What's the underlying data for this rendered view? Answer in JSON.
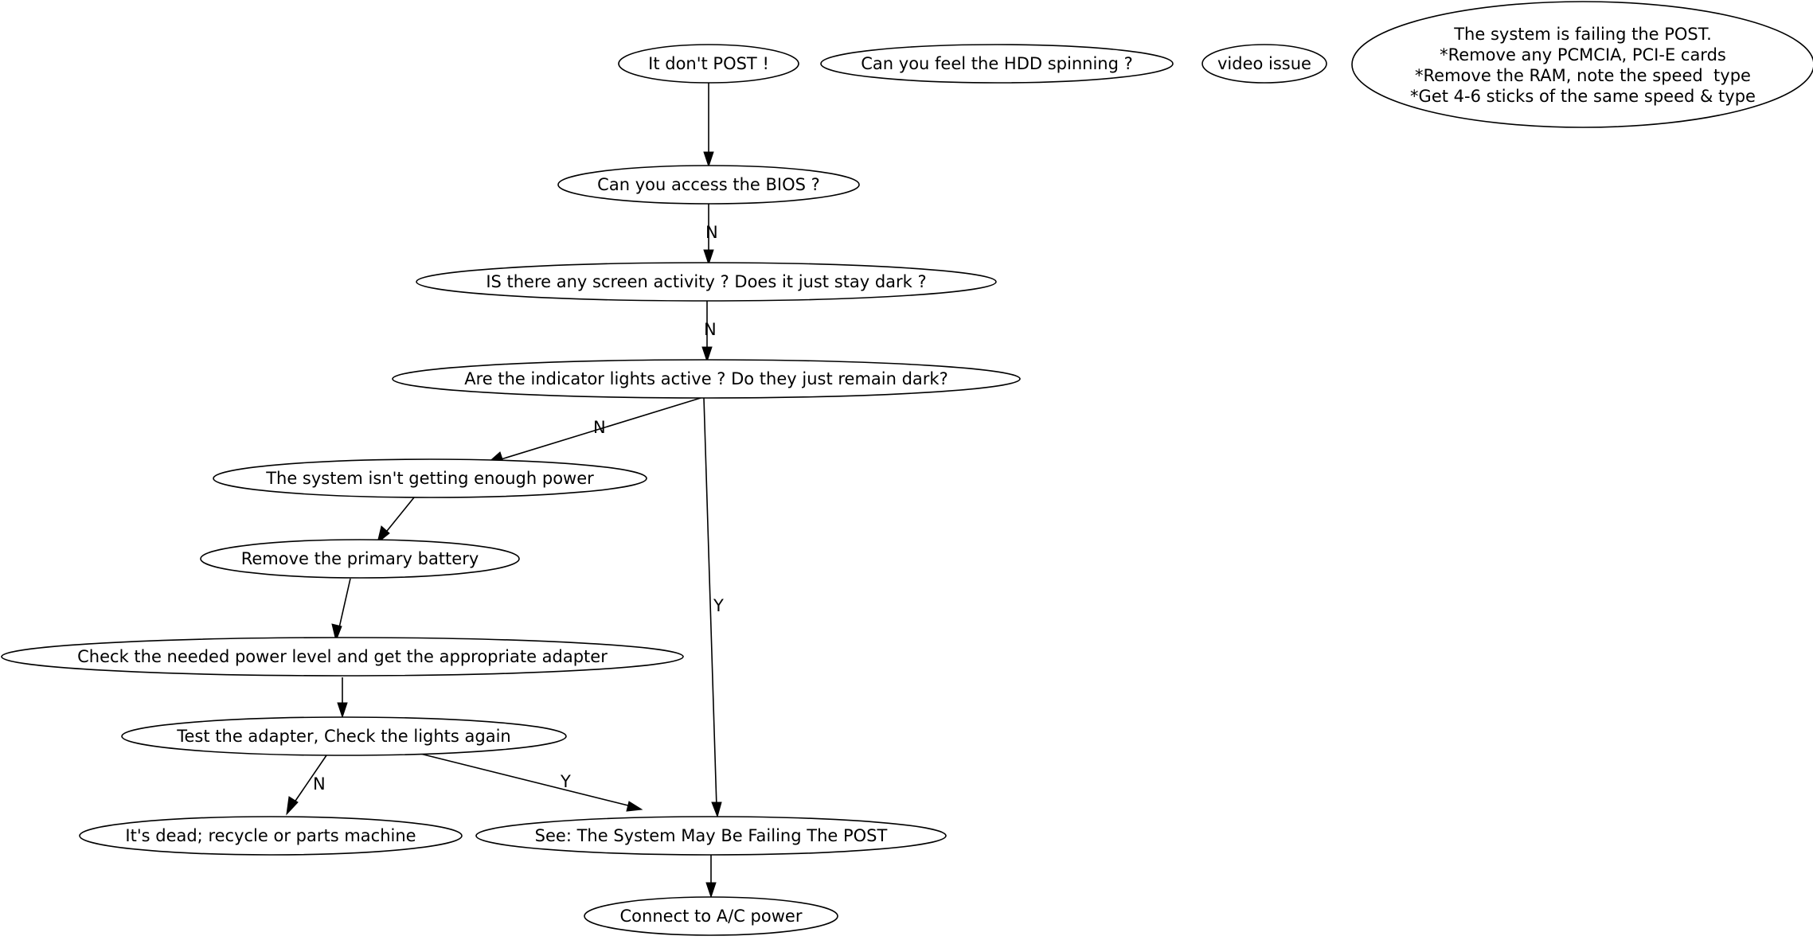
{
  "diagram": {
    "title": "It don't POST ! troubleshooting flowchart",
    "background_color": "#ffffff",
    "line_color": "#000000",
    "text_color": "#000000",
    "nodes": [
      {
        "id": "post",
        "label": "It don't POST !"
      },
      {
        "id": "hdd",
        "label": "Can you feel the HDD spinning ?"
      },
      {
        "id": "video",
        "label": "video issue"
      },
      {
        "id": "failpost_line1",
        "label": "The system is failing the POST."
      },
      {
        "id": "failpost_line2",
        "label": "*Remove any PCMCIA, PCI-E cards"
      },
      {
        "id": "failpost_line3",
        "label": "*Remove the RAM, note the speed  type"
      },
      {
        "id": "failpost_line4",
        "label": "*Get 4-6 sticks of the same speed & type"
      },
      {
        "id": "bios",
        "label": "Can you access the BIOS ?"
      },
      {
        "id": "screen",
        "label": "IS there any screen activity ? Does it just stay dark ?"
      },
      {
        "id": "lights",
        "label": "Are the indicator lights active ? Do they just remain dark?"
      },
      {
        "id": "power",
        "label": "The system isn't getting enough power"
      },
      {
        "id": "battery",
        "label": "Remove the primary battery"
      },
      {
        "id": "adapter",
        "label": "Check the needed power level and get the appropriate adapter"
      },
      {
        "id": "test",
        "label": "Test the adapter, Check the lights again"
      },
      {
        "id": "dead",
        "label": "It's dead; recycle or parts machine"
      },
      {
        "id": "seepost",
        "label": "See: The System May Be Failing The POST"
      },
      {
        "id": "ac",
        "label": "Connect to A/C power"
      }
    ],
    "edge_labels": {
      "bios_to_screen": "N",
      "screen_to_lights": "N",
      "lights_to_power": "N",
      "lights_to_seepost": "Y",
      "test_to_dead": "N",
      "test_to_seepost": "Y"
    }
  }
}
